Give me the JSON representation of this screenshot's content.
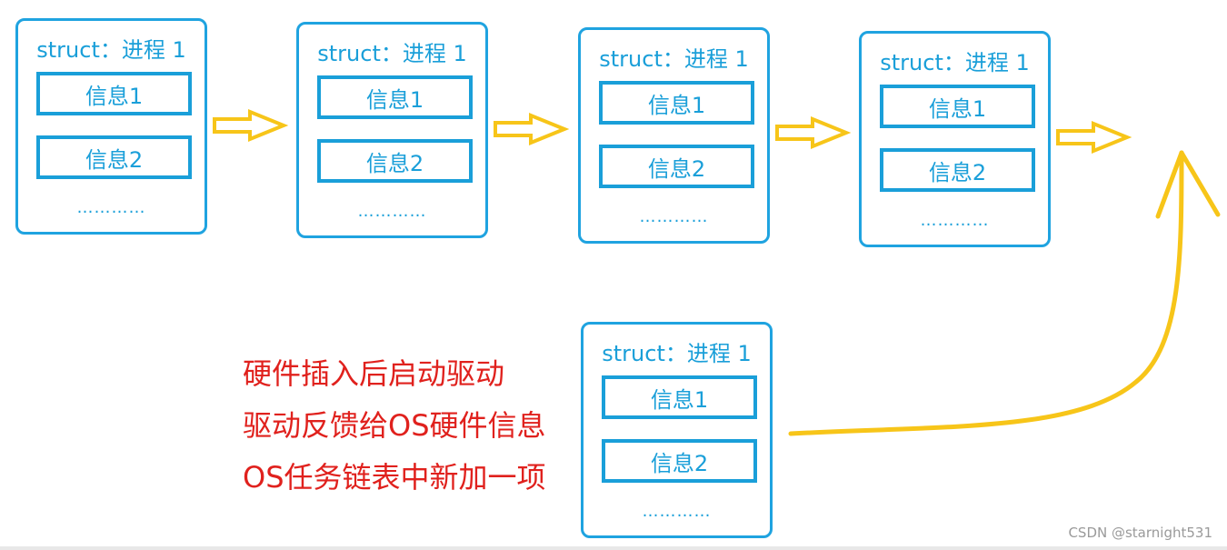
{
  "struct_title": "struct：进程 1",
  "field_1": "信息1",
  "field_2": "信息2",
  "ellipsis": "…………",
  "notes": [
    "硬件插入后启动驱动",
    "驱动反馈给OS硬件信息",
    "OS任务链表中新加一项"
  ],
  "watermark": "CSDN @starnight531",
  "colors": {
    "box_border": "#1fa3e0",
    "box_text": "#1a9fd9",
    "arrow": "#f7c519",
    "note_text": "#e0211d"
  }
}
